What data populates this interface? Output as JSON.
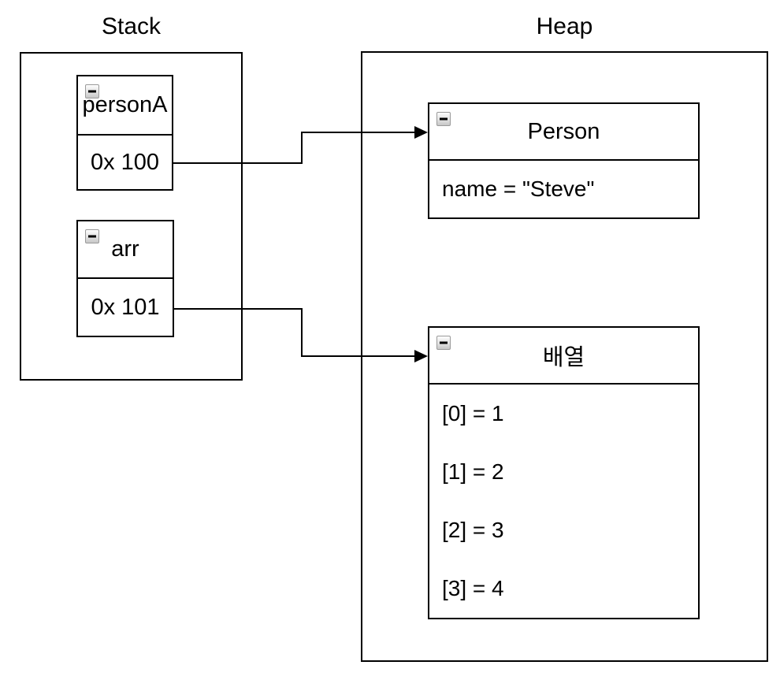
{
  "canvas": {
    "background": "#ffffff",
    "line_color": "#000000",
    "collapse_button_color": "#e2e2e2"
  },
  "stack": {
    "title": "Stack",
    "variables": [
      {
        "name": "personA",
        "value": "0x 100"
      },
      {
        "name": "arr",
        "value": "0x 101"
      }
    ]
  },
  "heap": {
    "title": "Heap",
    "objects": [
      {
        "name": "Person",
        "fields": [
          "name = \"Steve\""
        ]
      },
      {
        "name": "배열",
        "fields": [
          "[0] = 1",
          "[1] = 2",
          "[2] = 3",
          "[3] = 4"
        ]
      }
    ]
  },
  "edges": [
    {
      "from": "0x 100",
      "to": "Person"
    },
    {
      "from": "0x 101",
      "to": "배열"
    }
  ],
  "icons": {
    "collapse": "minus-icon"
  }
}
